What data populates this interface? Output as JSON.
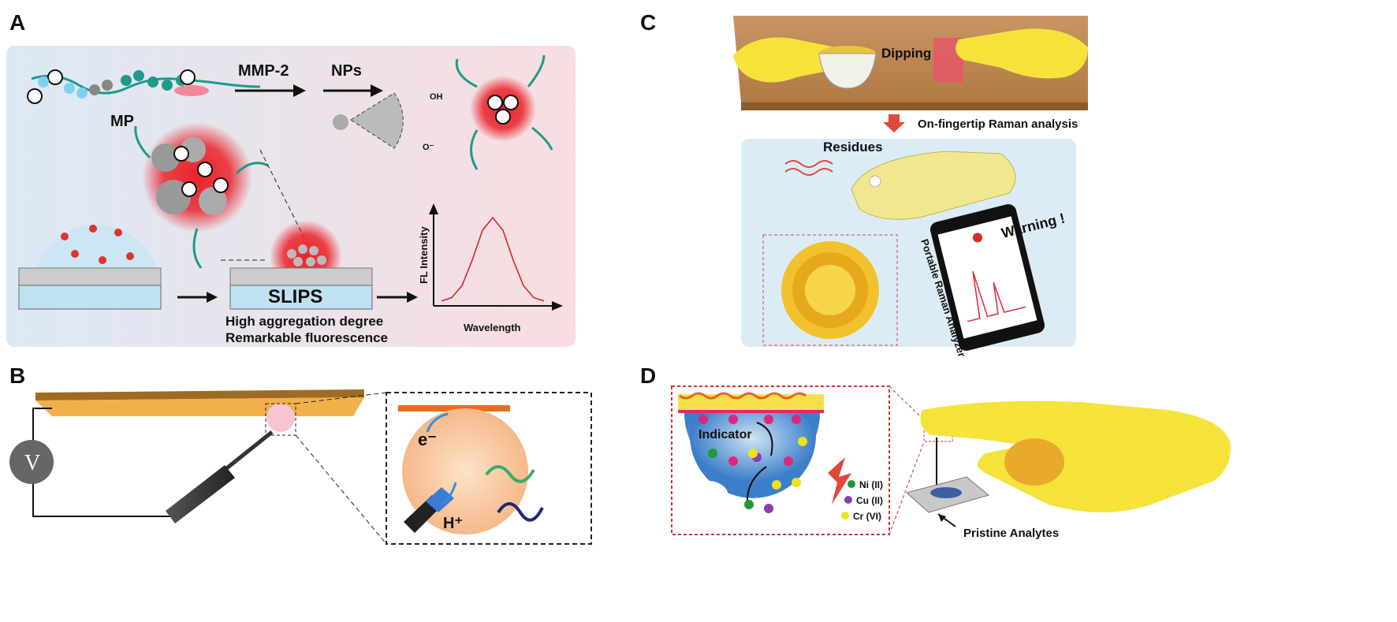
{
  "panels": {
    "A": {
      "letter": "A",
      "mp_label": "MP",
      "step1": "MMP-2",
      "step2": "NPs",
      "slips_label": "SLIPS",
      "caption_line1": "High aggregation degree",
      "caption_line2": "Remarkable fluorescence",
      "ylabel": "FL Intensity",
      "xlabel": "Wavelength",
      "carboxyl_top": "OH",
      "carboxyl_bottom": "O⁻"
    },
    "B": {
      "letter": "B",
      "voltmeter": "V",
      "electron": "e⁻",
      "proton": "H⁺"
    },
    "C": {
      "letter": "C",
      "dipping": "Dipping",
      "arrow_label": "On-fingertip Raman analysis",
      "residues": "Residues",
      "warning": "Warning !",
      "analyzer": "Portable Raman Analyzer"
    },
    "D": {
      "letter": "D",
      "indicator": "Indicator",
      "legend": [
        "Ni (II)",
        "Cu (II)",
        "Cr (VI)"
      ],
      "analytes": "Pristine Analytes"
    }
  },
  "colors": {
    "glove": "#f5e33c",
    "red_glow": "#e8242a",
    "teal": "#1f9a8a",
    "ni": "#1f9a3a",
    "cu": "#8a3fb0",
    "cr": "#f0e020"
  },
  "chart_data": {
    "type": "line",
    "title": "",
    "xlabel": "Wavelength",
    "ylabel": "FL Intensity",
    "x": [
      0,
      0.1,
      0.2,
      0.3,
      0.4,
      0.5,
      0.6,
      0.7,
      0.8,
      0.9,
      1.0
    ],
    "series": [
      {
        "values": [
          0.02,
          0.06,
          0.2,
          0.5,
          0.85,
          1.0,
          0.85,
          0.5,
          0.2,
          0.06,
          0.02
        ]
      }
    ]
  }
}
